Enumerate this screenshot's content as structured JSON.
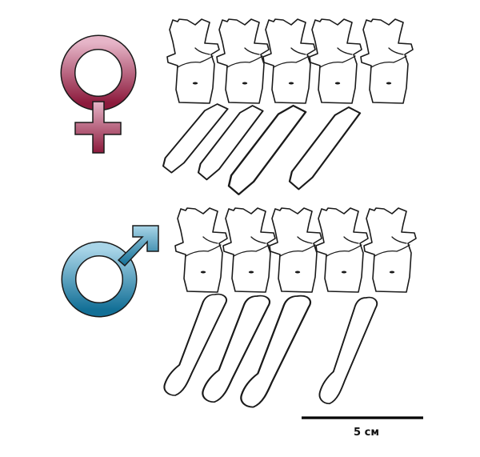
{
  "scale_bar": {
    "label": "5 см"
  },
  "symbols": {
    "female": {
      "icon": "female-symbol-icon",
      "color_top": "#e6b5c8",
      "color_bottom": "#8c1a3c"
    },
    "male": {
      "icon": "male-symbol-icon",
      "color_top": "#a9d5e8",
      "color_bottom": "#126f96"
    }
  },
  "vertebra_rows": [
    {
      "sex": "female",
      "count": 5
    },
    {
      "sex": "male",
      "count": 5
    }
  ]
}
